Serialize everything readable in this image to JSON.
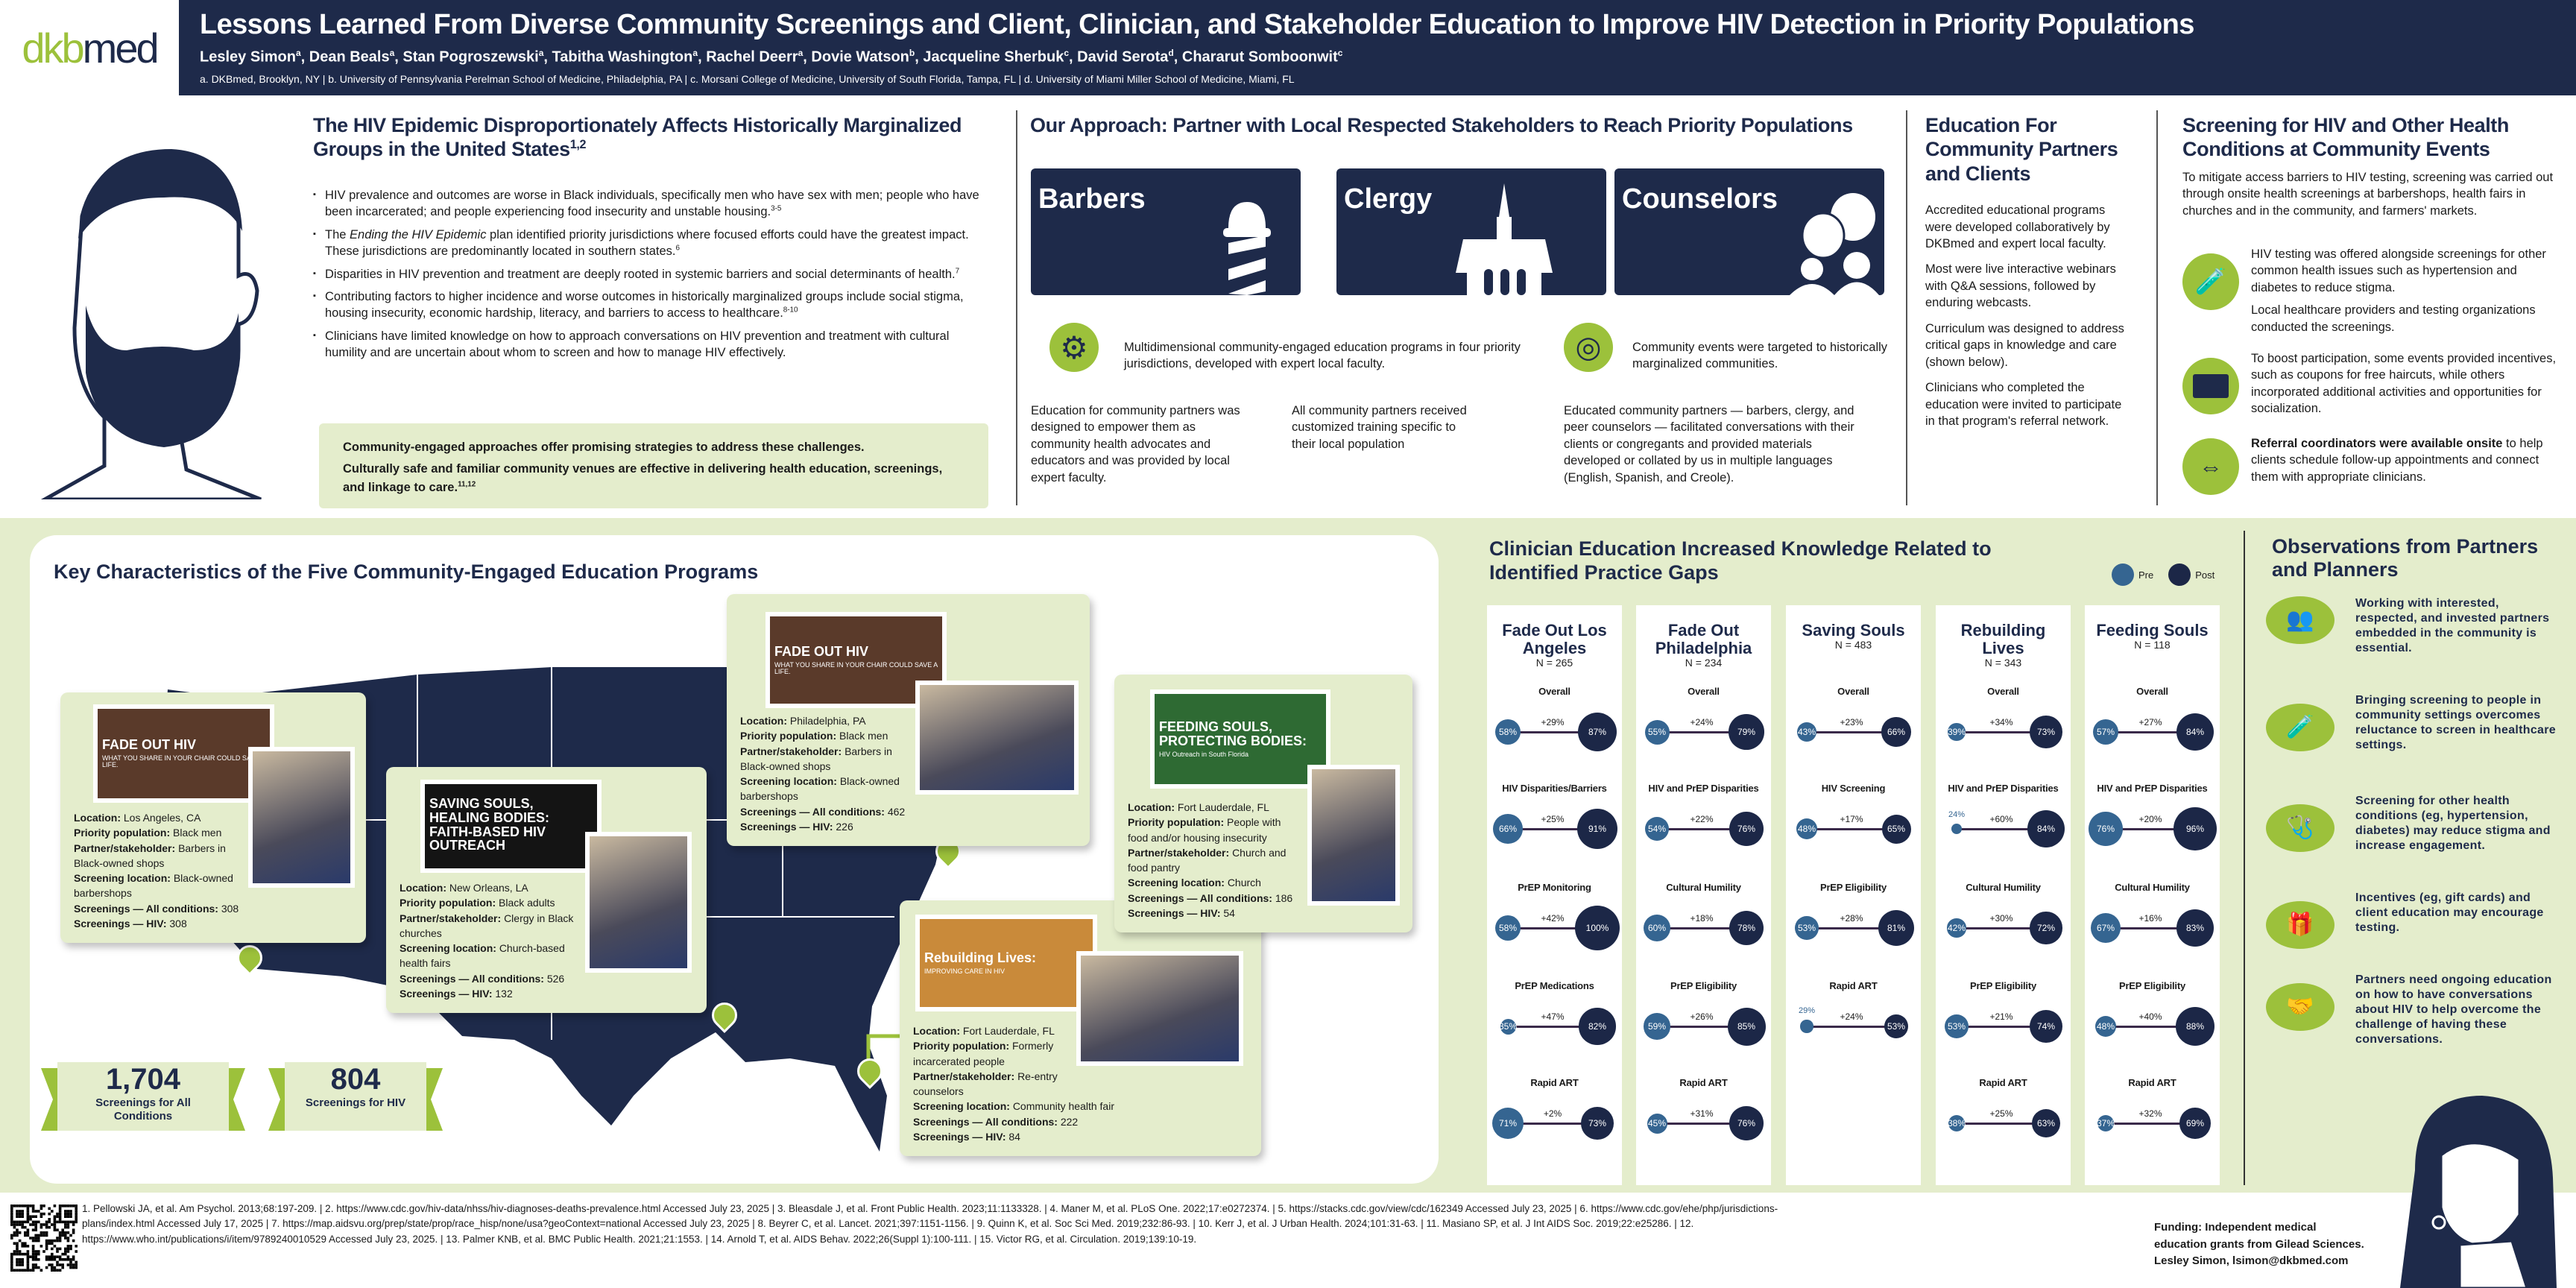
{
  "logo": {
    "part1": "dkb",
    "part2": "med"
  },
  "header": {
    "title": "Lessons Learned From Diverse Community Screenings and Client, Clinician, and Stakeholder Education to Improve HIV Detection in Priority Populations",
    "authors": [
      {
        "name": "Lesley Simon",
        "sup": "a"
      },
      {
        "name": "Dean Beals",
        "sup": "a"
      },
      {
        "name": "Stan Pogroszewski",
        "sup": "a"
      },
      {
        "name": "Tabitha Washington",
        "sup": "a"
      },
      {
        "name": "Rachel Deerr",
        "sup": "a"
      },
      {
        "name": "Dovie Watson",
        "sup": "b"
      },
      {
        "name": "Jacqueline Sherbuk",
        "sup": "c"
      },
      {
        "name": "David Serota",
        "sup": "d"
      },
      {
        "name": "Chararut Somboonwit",
        "sup": "c"
      }
    ],
    "affiliations": "a. DKBmed, Brooklyn, NY | b. University of Pennsylvania Perelman School of Medicine, Philadelphia, PA | c. Morsani College of Medicine, University of South Florida, Tampa, FL | d. University of Miami Miller School of Medicine, Miami, FL"
  },
  "epidemic": {
    "heading": "The HIV Epidemic Disproportionately Affects Historically Marginalized Groups in the United States",
    "heading_sup": "1,2",
    "bullets": [
      {
        "text": "HIV prevalence and outcomes are worse in Black individuals, specifically men who have sex with men; people who have been incarcerated; and people experiencing food insecurity and unstable housing.",
        "sup": "3-5"
      },
      {
        "pre": "The ",
        "em": "Ending the HIV Epidemic",
        "text": " plan identified priority jurisdictions where focused efforts could have the greatest impact. These jurisdictions are predominantly located in southern states.",
        "sup": "6"
      },
      {
        "text": "Disparities in HIV prevention and treatment are deeply rooted in systemic barriers and social determinants of health.",
        "sup": "7"
      },
      {
        "text": "Contributing factors to higher incidence and worse outcomes in historically marginalized groups include social stigma, housing insecurity, economic hardship, literacy, and barriers to access to healthcare.",
        "sup": "8-10"
      },
      {
        "text": "Clinicians have limited knowledge on how to approach conversations on HIV prevention and treatment with cultural humility and are uncertain about whom to screen and how to manage HIV effectively.",
        "sup": ""
      }
    ],
    "callout1": "Community-engaged approaches offer promising strategies to address these challenges.",
    "callout2": "Culturally safe and familiar community venues are effective in delivering health education, screenings, and linkage to care.",
    "callout2_sup": "11,12"
  },
  "approach": {
    "heading": "Our Approach: Partner with Local Respected Stakeholders to Reach Priority Populations",
    "tiles": [
      "Barbers",
      "Clergy",
      "Counselors"
    ],
    "point1": "Multidimensional community-engaged education programs in four priority jurisdictions, developed with expert local faculty.",
    "point2": "Community events were targeted to historically marginalized communities.",
    "text1": "Education for community partners was designed to empower them as community health advocates and educators and was provided by local expert faculty.",
    "text2": "All community partners received customized training specific to their local population",
    "text3": "Educated community partners — barbers, clergy, and peer counselors — facilitated conversations with their clients or congregants and provided materials developed or collated by us in multiple languages (English, Spanish, and Creole)."
  },
  "education": {
    "heading": "Education For Community Partners and Clients",
    "paras": [
      "Accredited educational programs were developed collaboratively by DKBmed and expert local faculty.",
      "Most were live interactive webinars with Q&A sessions, followed by enduring webcasts.",
      "Curriculum was designed to address critical gaps in knowledge and care (shown below).",
      "Clinicians who completed the education were invited to participate in that program's referral network."
    ]
  },
  "screening": {
    "heading": "Screening for HIV and Other Health Conditions at Community Events",
    "intro": "To mitigate access barriers to HIV testing, screening was carried out through onsite health screenings at barbershops, health fairs in churches and in the community, and farmers' markets.",
    "item1a": "HIV testing was offered alongside screenings for other common health issues such as hypertension and diabetes to reduce stigma.",
    "item1b": "Local healthcare providers and testing organizations conducted the screenings.",
    "item2": "To boost participation, some events provided incentives, such as coupons for free haircuts, while others incorporated additional activities and opportunities for socialization.",
    "item3_bold": "Referral coordinators were available onsite",
    "item3": " to help clients schedule follow-up appointments and connect them with appropriate clinicians."
  },
  "programs": {
    "heading": "Key Characteristics of the Five Community-Engaged Education Programs",
    "labels": {
      "location": "Location:",
      "population": "Priority population:",
      "partner": "Partner/stakeholder:",
      "site": "Screening location:",
      "all": "Screenings — All conditions:",
      "hiv": "Screenings — HIV:"
    },
    "cards": [
      {
        "id": "la",
        "photo_text": "FADE OUT HIV",
        "photo_sub": "WHAT YOU SHARE IN YOUR CHAIR COULD SAVE A LIFE.",
        "photo_color": "#5a3a2a",
        "location": "Los Angeles, CA",
        "population": "Black men",
        "partner": "Barbers in Black-owned shops",
        "site": "Black-owned barbershops",
        "all": "308",
        "hiv": "308"
      },
      {
        "id": "no",
        "photo_text": "SAVING SOULS, HEALING BODIES: FAITH-BASED HIV OUTREACH",
        "photo_sub": "",
        "photo_color": "#141414",
        "location": "New Orleans, LA",
        "population": "Black adults",
        "partner": "Clergy in Black churches",
        "site": "Church-based health fairs",
        "all": "526",
        "hiv": "132"
      },
      {
        "id": "ph",
        "photo_text": "FADE OUT HIV",
        "photo_sub": "WHAT YOU SHARE IN YOUR CHAIR COULD SAVE A LIFE.",
        "photo_color": "#5a3a2a",
        "location": "Philadelphia, PA",
        "population": "Black men",
        "partner": "Barbers in Black-owned shops",
        "site": "Black-owned barbershops",
        "all": "462",
        "hiv": "226"
      },
      {
        "id": "fs",
        "photo_text": "FEEDING SOULS, PROTECTING BODIES:",
        "photo_sub": "HIV Outreach in South Florida",
        "photo_color": "#2e6a33",
        "location": "Fort Lauderdale, FL",
        "population": "People with food and/or housing insecurity",
        "partner": "Church and food pantry",
        "site": "Church",
        "all": "186",
        "hiv": "54"
      },
      {
        "id": "rl",
        "photo_text": "Rebuilding Lives:",
        "photo_sub": "IMPROVING CARE IN HIV",
        "photo_color": "#c98a3a",
        "location": "Fort Lauderdale, FL",
        "population": "Formerly incarcerated people",
        "partner": "Re-entry counselors",
        "site": "Community health fair",
        "all": "222",
        "hiv": "84"
      }
    ],
    "totals": [
      {
        "value": "1,704",
        "label": "Screenings for All Conditions"
      },
      {
        "value": "804",
        "label": "Screenings for HIV"
      }
    ]
  },
  "colors": {
    "navy": "#1e2a4a",
    "green": "#9cc13b",
    "pale_green": "#e4edcc",
    "pre": "#356591",
    "post": "#1c2747"
  },
  "chart_data": {
    "type": "dumbbell",
    "title": "Clinician Education Increased Knowledge Related to Identified Practice Gaps",
    "legend": [
      "Pre",
      "Post"
    ],
    "legend_position": "top-right",
    "unit": "%",
    "series": [
      {
        "name": "Fade Out Los Angeles",
        "n": "N = 265",
        "metrics": [
          {
            "label": "Overall",
            "pre": 58,
            "post": 87,
            "delta": "+29%"
          },
          {
            "label": "HIV Disparities/Barriers",
            "pre": 66,
            "post": 91,
            "delta": "+25%"
          },
          {
            "label": "PrEP Monitoring",
            "pre": 58,
            "post": 100,
            "delta": "+42%"
          },
          {
            "label": "PrEP Medications",
            "pre": 35,
            "post": 82,
            "delta": "+47%"
          },
          {
            "label": "Rapid ART",
            "pre": 71,
            "post": 73,
            "delta": "+2%"
          }
        ]
      },
      {
        "name": "Fade Out Philadelphia",
        "n": "N = 234",
        "metrics": [
          {
            "label": "Overall",
            "pre": 55,
            "post": 79,
            "delta": "+24%"
          },
          {
            "label": "HIV and PrEP Disparities",
            "pre": 54,
            "post": 76,
            "delta": "+22%"
          },
          {
            "label": "Cultural Humility",
            "pre": 60,
            "post": 78,
            "delta": "+18%"
          },
          {
            "label": "PrEP Eligibility",
            "pre": 59,
            "post": 85,
            "delta": "+26%"
          },
          {
            "label": "Rapid ART",
            "pre": 45,
            "post": 76,
            "delta": "+31%"
          }
        ]
      },
      {
        "name": "Saving Souls",
        "n": "N = 483",
        "metrics": [
          {
            "label": "Overall",
            "pre": 43,
            "post": 66,
            "delta": "+23%"
          },
          {
            "label": "HIV Screening",
            "pre": 48,
            "post": 65,
            "delta": "+17%"
          },
          {
            "label": "PrEP Eligibility",
            "pre": 53,
            "post": 81,
            "delta": "+28%"
          },
          {
            "label": "Rapid ART",
            "pre": 29,
            "post": 53,
            "delta": "+24%"
          }
        ]
      },
      {
        "name": "Rebuilding Lives",
        "n": "N = 343",
        "metrics": [
          {
            "label": "Overall",
            "pre": 39,
            "post": 73,
            "delta": "+34%"
          },
          {
            "label": "HIV and PrEP Disparities",
            "pre": 24,
            "post": 84,
            "delta": "+60%"
          },
          {
            "label": "Cultural Humility",
            "pre": 42,
            "post": 72,
            "delta": "+30%"
          },
          {
            "label": "PrEP Eligibility",
            "pre": 53,
            "post": 74,
            "delta": "+21%"
          },
          {
            "label": "Rapid ART",
            "pre": 38,
            "post": 63,
            "delta": "+25%"
          }
        ]
      },
      {
        "name": "Feeding Souls",
        "n": "N = 118",
        "metrics": [
          {
            "label": "Overall",
            "pre": 57,
            "post": 84,
            "delta": "+27%"
          },
          {
            "label": "HIV and PrEP Disparities",
            "pre": 76,
            "post": 96,
            "delta": "+20%"
          },
          {
            "label": "Cultural Humility",
            "pre": 67,
            "post": 83,
            "delta": "+16%"
          },
          {
            "label": "PrEP Eligibility",
            "pre": 48,
            "post": 88,
            "delta": "+40%"
          },
          {
            "label": "Rapid ART",
            "pre": 37,
            "post": 69,
            "delta": "+32%"
          }
        ]
      }
    ]
  },
  "observations": {
    "heading": "Observations from Partners and Planners",
    "items": [
      {
        "icon": "community-hand-icon",
        "text": "Working with interested, respected, and invested partners embedded in the community is essential."
      },
      {
        "icon": "test-tube-icon",
        "text": "Bringing screening to people in community settings overcomes reluctance to screen in healthcare settings."
      },
      {
        "icon": "stethoscope-icon",
        "text": "Screening for other health conditions (eg, hypertension, diabetes) may reduce stigma and increase engagement."
      },
      {
        "icon": "gift-card-icon",
        "text": "Incentives (eg, gift cards) and client education may encourage testing."
      },
      {
        "icon": "handshake-icon",
        "text": "Partners need ongoing education on how to have conversations about HIV to help overcome the challenge of having these conversations."
      }
    ]
  },
  "footer": {
    "references": "1. Pellowski JA, et al. Am Psychol. 2013;68:197-209. | 2. https://www.cdc.gov/hiv-data/nhss/hiv-diagnoses-deaths-prevalence.html Accessed July 23, 2025 | 3. Bleasdale J, et al. Front Public Health. 2023;11:1133328. | 4. Maner M, et al. PLoS One. 2022;17:e0272374. | 5. https://stacks.cdc.gov/view/cdc/162349 Accessed July 23, 2025 | 6. https://www.cdc.gov/ehe/php/jurisdictions-plans/index.html Accessed July 17, 2025 | 7. https://map.aidsvu.org/prep/state/prop/race_hisp/none/usa?geoContext=national Accessed July 23, 2025 | 8. Beyrer C, et al. Lancet. 2021;397:1151-1156. | 9. Quinn K, et al. Soc Sci Med. 2019;232:86-93. | 10. Kerr J, et al. J Urban Health. 2024;101:31-63. | 11. Masiano SP, et al. J Int AIDS Soc. 2019;22:e25286. | 12. https://www.who.int/publications/i/item/9789240010529 Accessed July 23, 2025. | 13. Palmer KNB, et al. BMC Public Health. 2021;21:1553. | 14. Arnold T, et al. AIDS Behav. 2022;26(Suppl 1):100-111. | 15. Victor RG, et al. Circulation. 2019;139:10-19.",
    "funding": "Funding: Independent medical education grants from Gilead Sciences. Lesley Simon, lsimon@dkbmed.com"
  }
}
